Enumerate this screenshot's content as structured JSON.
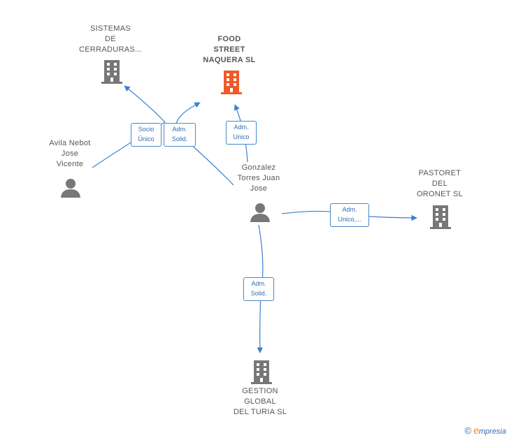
{
  "colors": {
    "edge": "#3b7fd1",
    "building_default": "#777777",
    "building_focus": "#f05a28",
    "person": "#777777"
  },
  "nodes": {
    "sistemas": {
      "label": "SISTEMAS\nDE\nCERRADURAS...",
      "type": "company",
      "icon": "building-icon"
    },
    "food": {
      "label": "FOOD\nSTREET\nNAQUERA  SL",
      "type": "company-focus",
      "icon": "building-icon"
    },
    "avila": {
      "label": "Avila Nebot\nJose\nVicente",
      "type": "person",
      "icon": "person-icon"
    },
    "gonzalez": {
      "label": "Gonzalez\nTorres Juan\nJose",
      "type": "person",
      "icon": "person-icon"
    },
    "pastoret": {
      "label": "PASTORET\nDEL\nORONET SL",
      "type": "company",
      "icon": "building-icon"
    },
    "gestion": {
      "label": "GESTION\nGLOBAL\nDEL TURIA  SL",
      "type": "company",
      "icon": "building-icon"
    }
  },
  "edges": {
    "e1": {
      "label": "Socio\nÚnico"
    },
    "e2": {
      "label": "Adm.\nSolid."
    },
    "e3": {
      "label": "Adm.\nUnico"
    },
    "e4": {
      "label": "Adm.\nUnico,..."
    },
    "e5": {
      "label": "Adm.\nSolid."
    }
  },
  "watermark": {
    "copyright": "©",
    "brand_initial": "e",
    "brand_rest": "mpresia"
  }
}
